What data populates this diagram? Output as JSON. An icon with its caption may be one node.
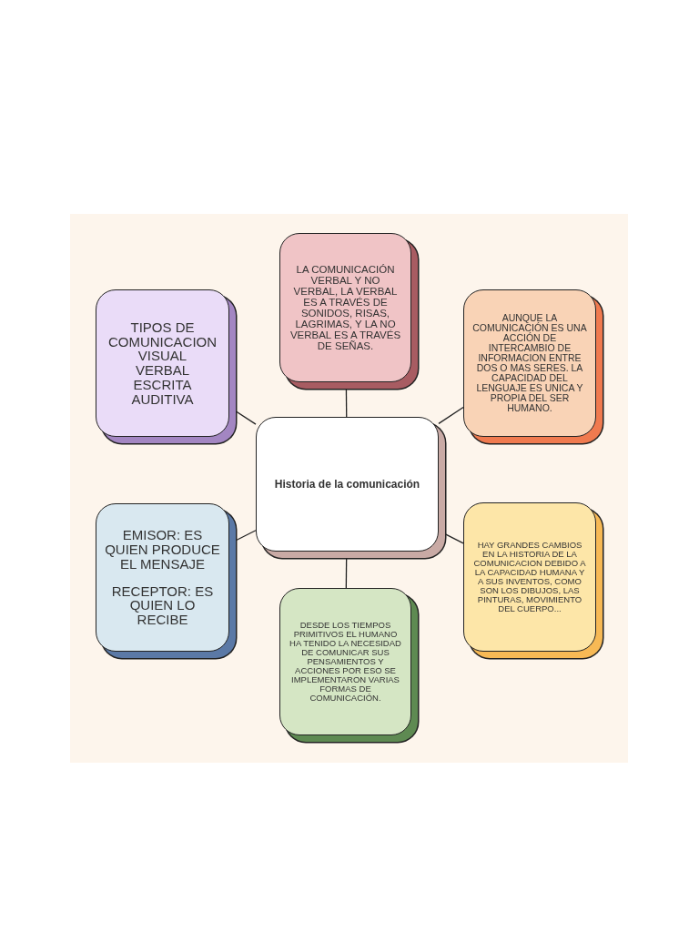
{
  "diagram": {
    "nodes": [
      {
        "text": [
          "Historia de la comunicación"
        ]
      },
      {
        "text": [
          "LA COMUNICACIÓN VERBAL Y NO VERBAL, LA VERBAL ES A TRAVÉS DE SONIDOS, RISAS, LAGRIMAS, Y LA NO VERBAL ES A TRAVÉS DE SEÑAS."
        ]
      },
      {
        "text": [
          "AUNQUE LA COMUNICACIÓN ES UNA ACCIÓN DE INTERCAMBIO DE INFORMACION ENTRE DOS O MAS SERES. LA CAPACIDAD DEL LENGUAJE ES UNICA Y PROPIA DEL SER HUMANO."
        ]
      },
      {
        "text": [
          "HAY GRANDES CAMBIOS EN LA HISTORIA DE LA COMUNICACION DEBIDO A LA CAPACIDAD HUMANA Y A SUS INVENTOS, COMO SON LOS DIBUJOS, LAS PINTURAS, MOVIMIENTO DEL CUERPO..."
        ]
      },
      {
        "text": [
          "DESDE LOS TIEMPOS PRIMITIVOS EL HUMANO HA TENIDO LA NECESIDAD DE COMUNICAR SUS PENSAMIENTOS Y ACCIONES POR ESO SE IMPLEMENTARON VARIAS FORMAS DE COMUNICACIÓN."
        ]
      },
      {
        "text": [
          "EMISOR: ES QUIEN PRODUCE EL MENSAJE",
          "RECEPTOR: ES QUIEN LO RECIBE"
        ]
      },
      {
        "text": [
          "TIPOS DE COMUNICACION",
          "VISUAL",
          "VERBAL",
          "ESCRITA",
          "AUDITIVA"
        ]
      }
    ],
    "edges": [
      {
        "from": 0,
        "to": 1,
        "arrow": "none"
      },
      {
        "from": 0,
        "to": 2,
        "arrow": "none"
      },
      {
        "from": 0,
        "to": 3,
        "arrow": "none"
      },
      {
        "from": 0,
        "to": 4,
        "arrow": "none"
      },
      {
        "from": 0,
        "to": 5,
        "arrow": "none"
      },
      {
        "from": 0,
        "to": 6,
        "arrow": "none"
      }
    ]
  }
}
